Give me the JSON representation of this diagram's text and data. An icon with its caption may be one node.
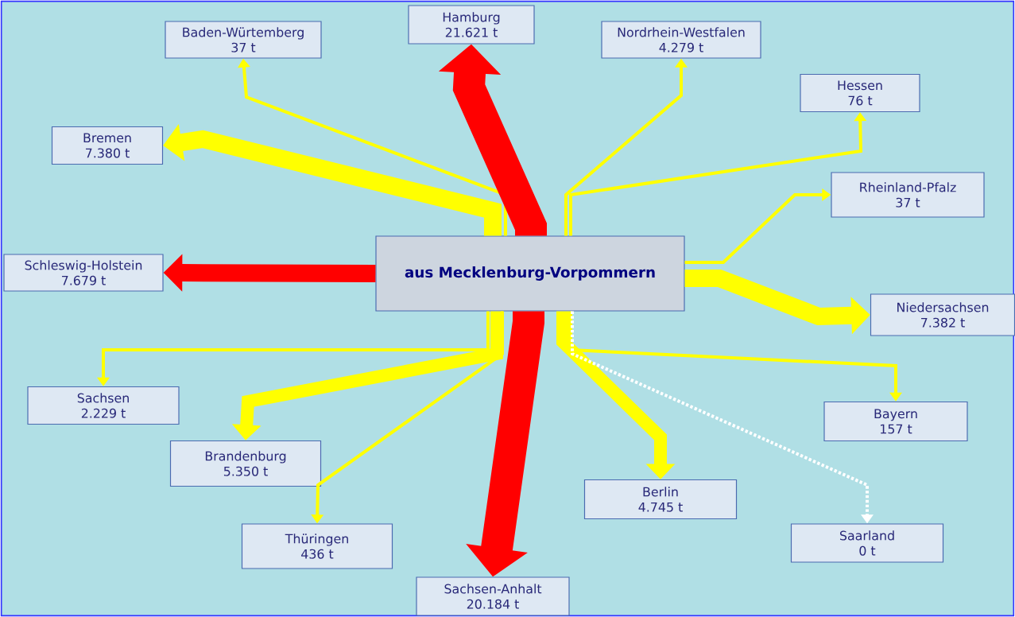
{
  "diagram": {
    "nodes": [
      {
        "text": [
          "aus Mecklenburg-Vorpommern"
        ]
      },
      {
        "text": [
          "Baden-Würtemberg",
          "37 t"
        ]
      },
      {
        "text": [
          "Hamburg",
          "21.621 t"
        ]
      },
      {
        "text": [
          "Nordrhein-Westfalen",
          "4.279 t"
        ]
      },
      {
        "text": [
          "Hessen",
          "76 t"
        ]
      },
      {
        "text": [
          "Bremen",
          "7.380 t"
        ]
      },
      {
        "text": [
          "Rheinland-Pfalz",
          "37 t"
        ]
      },
      {
        "text": [
          "Schleswig-Holstein",
          "7.679 t"
        ]
      },
      {
        "text": [
          "Niedersachsen",
          "7.382 t"
        ]
      },
      {
        "text": [
          "Sachsen",
          "2.229 t"
        ]
      },
      {
        "text": [
          "Bayern",
          "157 t"
        ]
      },
      {
        "text": [
          "Brandenburg",
          "5.350 t"
        ]
      },
      {
        "text": [
          "Berlin",
          "4.745 t"
        ]
      },
      {
        "text": [
          "Thüringen",
          "436 t"
        ]
      },
      {
        "text": [
          "Saarland",
          "0 t"
        ]
      },
      {
        "text": [
          "Sachsen-Anhalt",
          "20.184 t"
        ]
      }
    ],
    "edges": [
      {
        "from": 0,
        "to": 1,
        "arrow": "to"
      },
      {
        "from": 0,
        "to": 2,
        "arrow": "to",
        "style": "thick",
        "color": "#ff0000"
      },
      {
        "from": 0,
        "to": 3,
        "arrow": "to"
      },
      {
        "from": 0,
        "to": 4,
        "arrow": "to"
      },
      {
        "from": 0,
        "to": 5,
        "arrow": "to",
        "style": "thick"
      },
      {
        "from": 0,
        "to": 6,
        "arrow": "to"
      },
      {
        "from": 0,
        "to": 7,
        "arrow": "to",
        "style": "thick",
        "color": "#ff0000"
      },
      {
        "from": 0,
        "to": 8,
        "arrow": "to",
        "style": "thick"
      },
      {
        "from": 0,
        "to": 9,
        "arrow": "to"
      },
      {
        "from": 0,
        "to": 10,
        "arrow": "to"
      },
      {
        "from": 0,
        "to": 11,
        "arrow": "to",
        "style": "thick"
      },
      {
        "from": 0,
        "to": 12,
        "arrow": "to",
        "style": "thick"
      },
      {
        "from": 0,
        "to": 13,
        "arrow": "to"
      },
      {
        "from": 0,
        "to": 14,
        "arrow": "to",
        "style": "dashed",
        "color": "#ffffff"
      },
      {
        "from": 0,
        "to": 15,
        "arrow": "to",
        "style": "thick",
        "color": "#ff0000"
      }
    ]
  }
}
